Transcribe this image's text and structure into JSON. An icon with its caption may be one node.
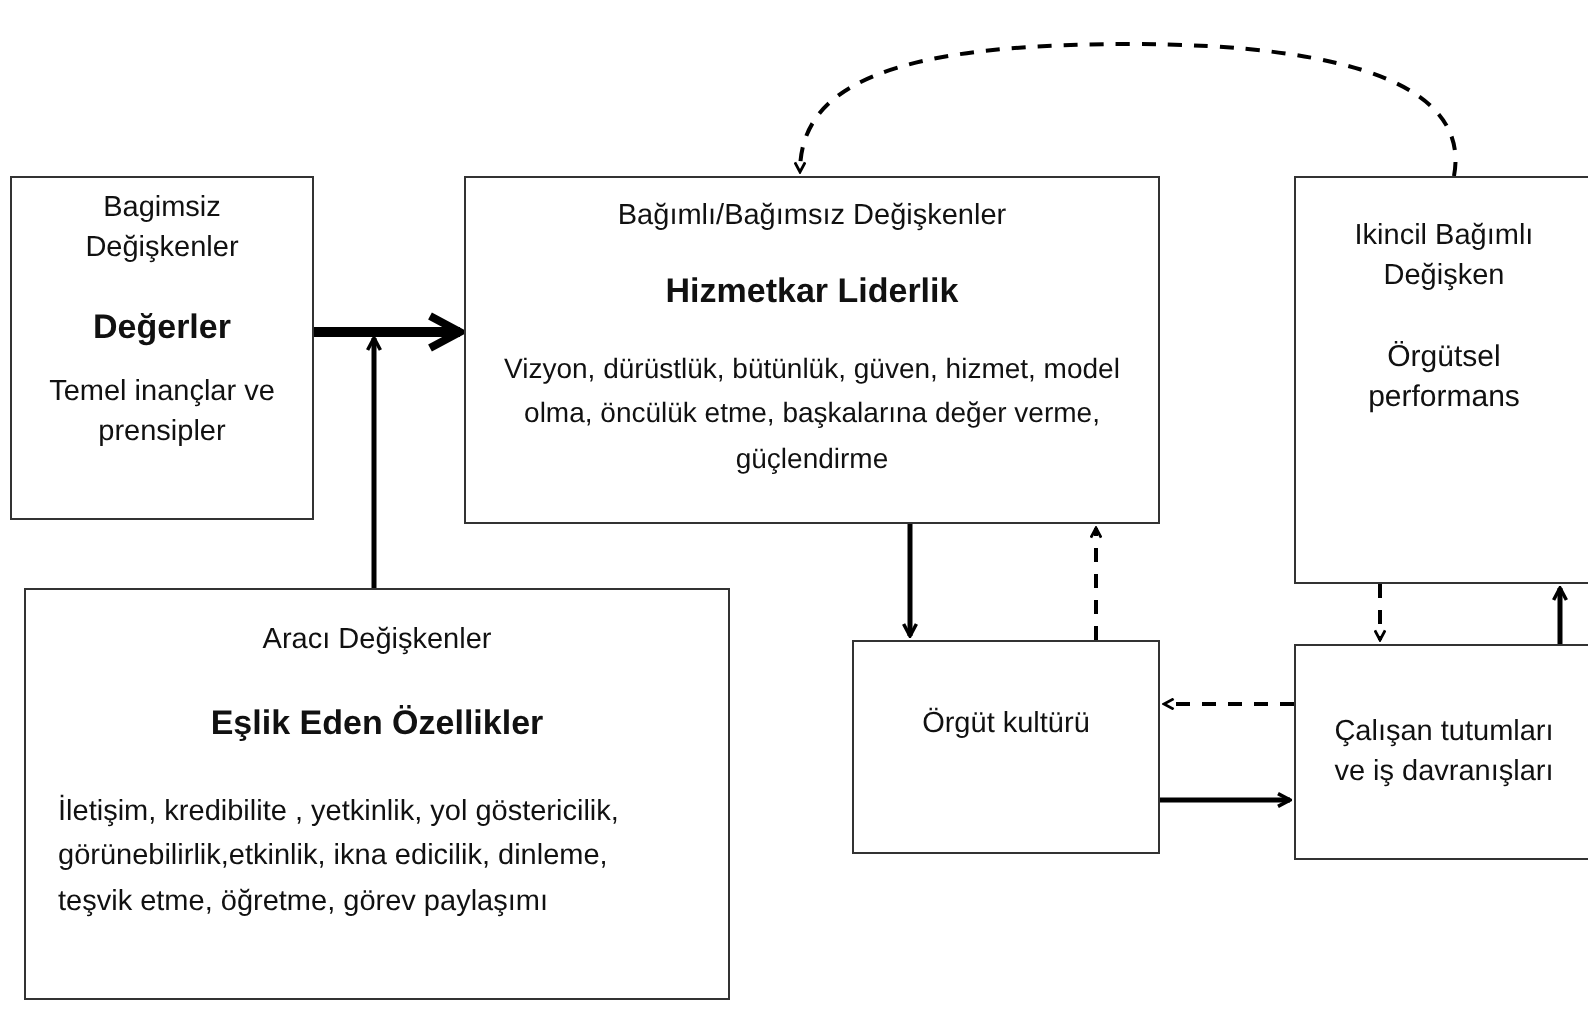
{
  "diagram": {
    "nodes": [
      {
        "text": [
          "Bagimsiz Değişkenler",
          "Değerler",
          "Temel inançlar ve prensipler"
        ]
      },
      {
        "text": [
          "Bağımlı/Bağımsız Değişkenler",
          "Hizmetkar Liderlik",
          "Vizyon, dürüstlük, bütünlük, güven, hizmet, model olma, öncülük etme, başkalarına değer verme, güçlendirme"
        ]
      },
      {
        "text": [
          "Ikincil Bağımlı Değişken",
          "Örgütsel performans"
        ]
      },
      {
        "text": [
          "Aracı Değişkenler",
          "Eşlik Eden Özellikler",
          "İletişim, kredibilite , yetkinlik, yol göstericilik, görünebilirlik,etkinlik, ikna edicilik, dinleme, teşvik etme, öğretme, görev paylaşımı"
        ]
      },
      {
        "text": [
          "Örgüt kultürü"
        ]
      },
      {
        "text": [
          "Çalışan tutumları ve iş davranışları"
        ]
      }
    ],
    "edges": [
      {
        "from": 0,
        "to": 1,
        "arrow": "to",
        "style": "thick"
      },
      {
        "from": 3,
        "to": null,
        "arrow": "to"
      },
      {
        "from": 1,
        "to": 4,
        "arrow": "to"
      },
      {
        "from": 4,
        "to": 1,
        "arrow": "to",
        "style": "dashed"
      },
      {
        "from": 2,
        "to": 1,
        "arrow": "to",
        "style": "dashed"
      },
      {
        "from": 2,
        "to": 5,
        "arrow": "to",
        "style": "dashed"
      },
      {
        "from": 5,
        "to": 2,
        "arrow": "to"
      },
      {
        "from": 5,
        "to": 4,
        "arrow": "to",
        "style": "dashed"
      },
      {
        "from": 4,
        "to": 5,
        "arrow": "to"
      }
    ]
  }
}
